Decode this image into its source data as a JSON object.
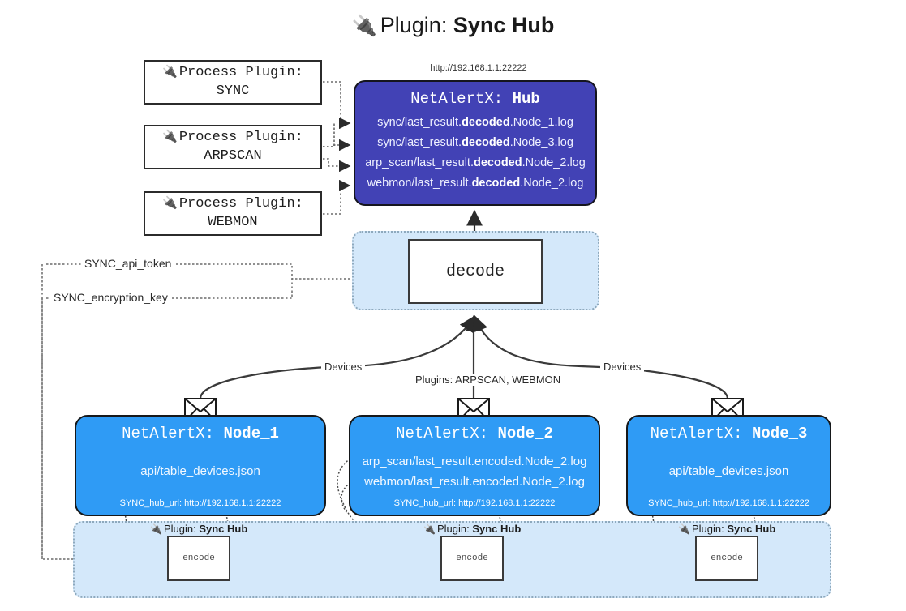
{
  "title": {
    "icon": "plug-icon",
    "prefix": "Plugin:",
    "name": "Sync Hub"
  },
  "hub": {
    "url": "http://192.168.1.1:22222",
    "header_prefix": "NetAlertX:",
    "header_name": "Hub",
    "logs": [
      {
        "pre": "sync/last_result.",
        "mid": "decoded",
        "post": ".Node_1.log"
      },
      {
        "pre": "sync/last_result.",
        "mid": "decoded",
        "post": ".Node_3.log"
      },
      {
        "pre": "arp_scan/last_result.",
        "mid": "decoded",
        "post": ".Node_2.log"
      },
      {
        "pre": "webmon/last_result.",
        "mid": "decoded",
        "post": ".Node_2.log"
      }
    ]
  },
  "process_plugins": [
    {
      "icon": "plug-icon",
      "line1": "Process Plugin:",
      "line2": "SYNC"
    },
    {
      "icon": "plug-icon",
      "line1": "Process Plugin:",
      "line2": "ARPSCAN"
    },
    {
      "icon": "plug-icon",
      "line1": "Process Plugin:",
      "line2": "WEBMON"
    }
  ],
  "decode": {
    "label": "decode"
  },
  "keys": {
    "api_token": "SYNC_api_token",
    "encryption_key": "SYNC_encryption_key"
  },
  "edge_labels": {
    "left_devices": "Devices",
    "center_plugins": "Plugins: ARPSCAN, WEBMON",
    "right_devices": "Devices"
  },
  "nodes": [
    {
      "header_prefix": "NetAlertX:",
      "header_name": "Node_1",
      "rows": [
        "api/table_devices.json"
      ],
      "footer": "SYNC_hub_url: http://192.168.1.1:22222",
      "envelope_icon": "envelope-icon"
    },
    {
      "header_prefix": "NetAlertX:",
      "header_name": "Node_2",
      "rows": [
        "arp_scan/last_result.encoded.Node_2.log",
        "webmon/last_result.encoded.Node_2.log"
      ],
      "footer": "SYNC_hub_url: http://192.168.1.1:22222",
      "envelope_icon": "envelope-icon"
    },
    {
      "header_prefix": "NetAlertX:",
      "header_name": "Node_3",
      "rows": [
        "api/table_devices.json"
      ],
      "footer": "SYNC_hub_url: http://192.168.1.1:22222",
      "envelope_icon": "envelope-icon"
    }
  ],
  "encoders": [
    {
      "icon": "plug-icon",
      "label_prefix": "Plugin:",
      "label_name": "Sync Hub",
      "box": "encode"
    },
    {
      "icon": "plug-icon",
      "label_prefix": "Plugin:",
      "label_name": "Sync Hub",
      "box": "encode"
    },
    {
      "icon": "plug-icon",
      "label_prefix": "Plugin:",
      "label_name": "Sync Hub",
      "box": "encode"
    }
  ],
  "colors": {
    "hub": "#4242b5",
    "node": "#2f9bf5",
    "container": "#d4e8fa",
    "container_border": "#8ea9bd",
    "stroke": "#3a3a3a",
    "background": "#ffffff"
  }
}
